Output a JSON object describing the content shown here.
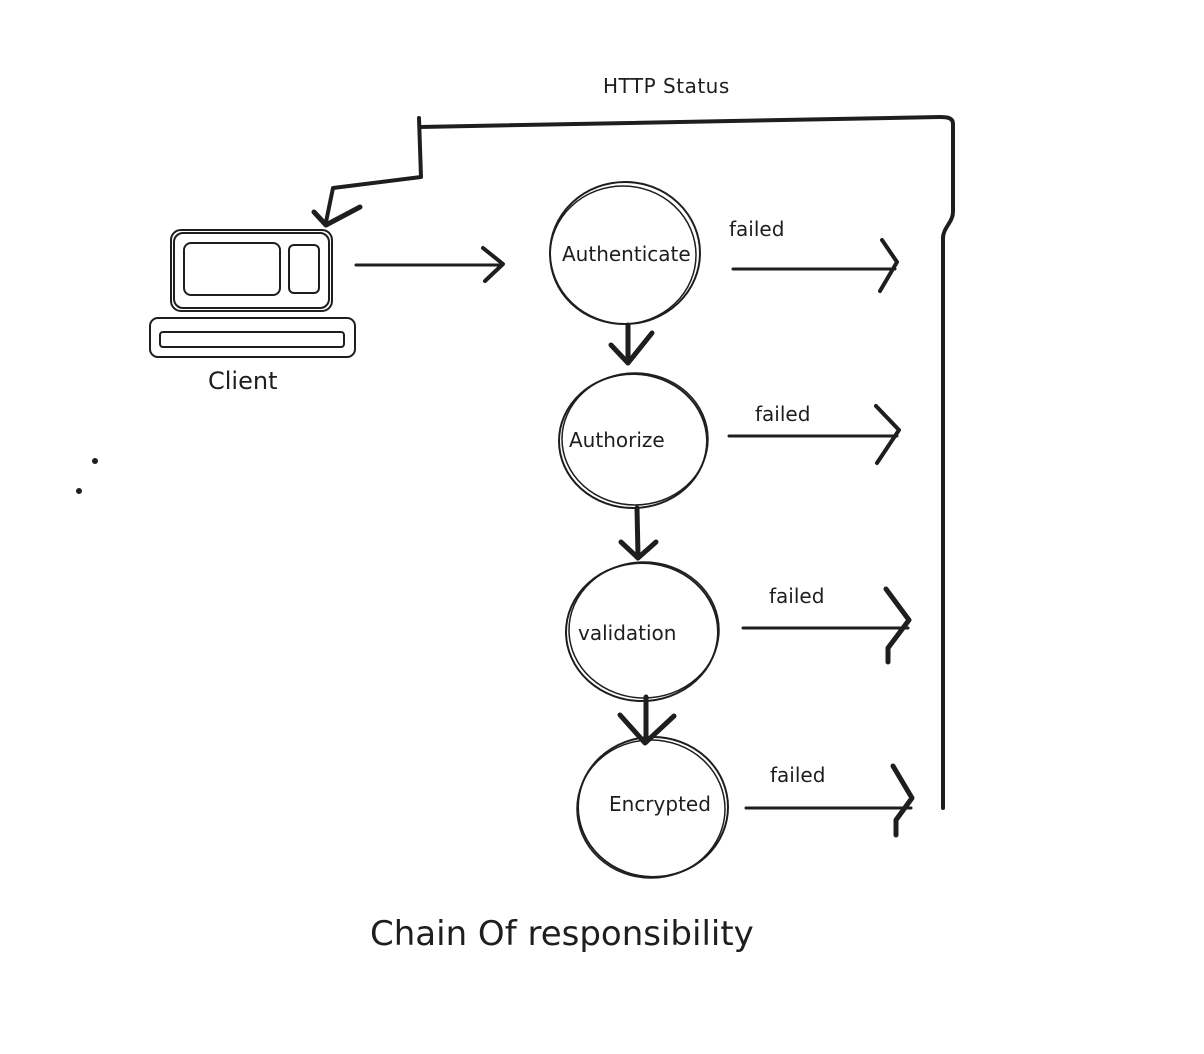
{
  "diagram": {
    "title": "Chain Of responsibility",
    "return_label": "HTTP Status",
    "client": {
      "label": "Client"
    },
    "handlers": [
      {
        "label": "Authenticate",
        "failed_label": "failed"
      },
      {
        "label": "Authorize",
        "failed_label": "failed"
      },
      {
        "label": "validation",
        "failed_label": "failed"
      },
      {
        "label": "Encrypted",
        "failed_label": "failed"
      }
    ]
  },
  "colors": {
    "ink": "#1e1e1e",
    "background": "#ffffff"
  }
}
